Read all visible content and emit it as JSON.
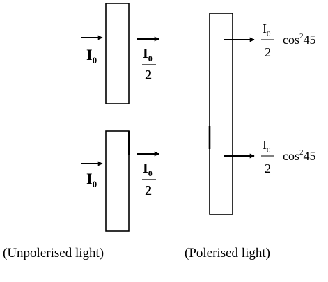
{
  "intensity": {
    "symbol": "I",
    "subscript": "0",
    "denominator": "2"
  },
  "factor": {
    "fn": "cos",
    "power": "2",
    "angle": "45"
  },
  "captions": {
    "left": "(Unpolerised light)",
    "right": "(Polerised light)"
  },
  "colors": {
    "ink": "#000000",
    "background": "#ffffff"
  }
}
